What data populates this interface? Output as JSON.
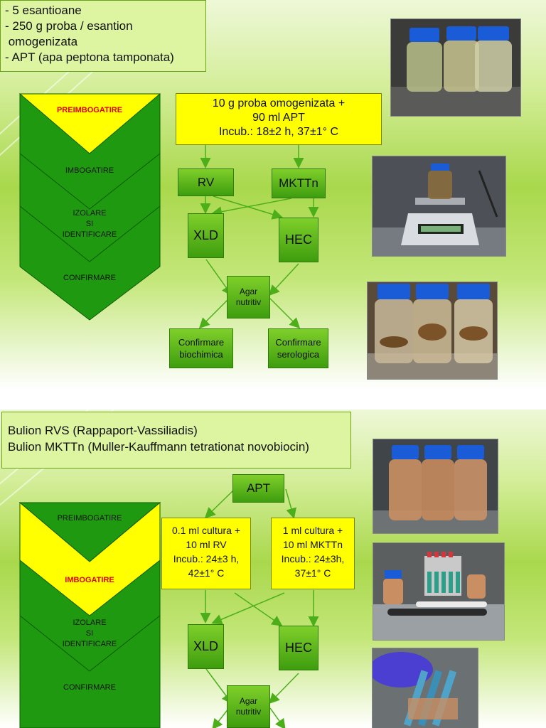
{
  "slide1": {
    "text_lines": [
      "- 5 esantioane",
      "- 250 g proba / esantion",
      " omogenizata",
      "- APT (apa peptona tamponata)"
    ],
    "steps": [
      "PREIMBOGATIRE",
      "IMBOGATIRE",
      "IZOLARE",
      "SI",
      "IDENTIFICARE",
      "CONFIRMARE"
    ],
    "top_box": [
      "10 g proba omogenizata +",
      "90 ml APT",
      "Incub.: 18±2 h, 37±1° C"
    ],
    "rv": "RV",
    "mkttn": "MKTTn",
    "xld": "XLD",
    "hec": "HEC",
    "agar": [
      "Agar",
      "nutritiv"
    ],
    "conf_bio": [
      "Confirmare",
      "biochimica"
    ],
    "conf_ser": [
      "Confirmare",
      "serologica"
    ]
  },
  "slide2": {
    "text_lines": [
      "Bulion RVS (Rappaport-Vassiliadis)",
      "Bulion MKTTn (Muller-Kauffmann tetrationat novobiocin)"
    ],
    "steps": [
      "PREIMBOGATIRE",
      "IMBOGATIRE",
      "IZOLARE",
      "SI",
      "IDENTIFICARE",
      "CONFIRMARE"
    ],
    "apt": "APT",
    "rv_box": [
      "0.1 ml cultura +",
      "10 ml RV",
      "Incub.: 24±3 h,",
      "42±1° C"
    ],
    "mkttn_box": [
      "1 ml cultura +",
      "10 ml MKTTn",
      "Incub.: 24±3h,",
      "37±1° C"
    ],
    "xld": "XLD",
    "hec": "HEC",
    "agar": [
      "Agar",
      "nutritiv"
    ]
  },
  "colors": {
    "arrow": "#4caf1a",
    "chevron_green": "#1f9a10",
    "chevron_yellow": "#ffff00",
    "step_highlight": "#e00000"
  }
}
